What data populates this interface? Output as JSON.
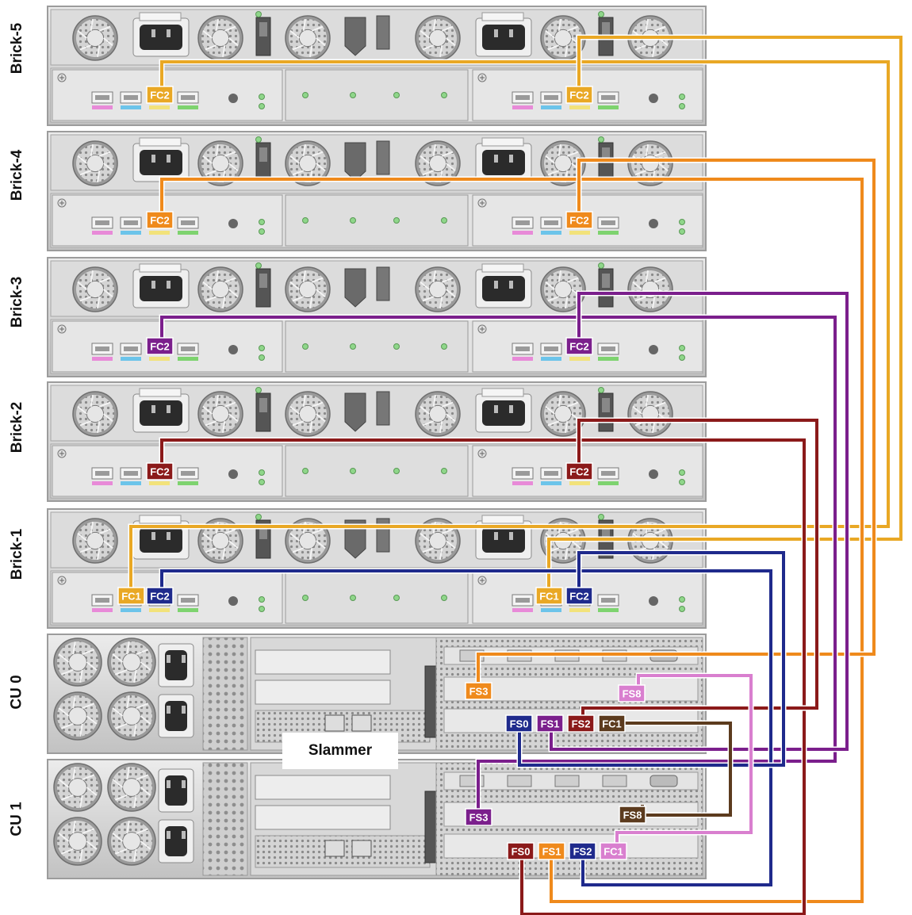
{
  "bricks": [
    {
      "label": "Brick-5",
      "ports": [
        {
          "text": "FC2",
          "color": "#e9a825"
        },
        {
          "text": "FC2",
          "color": "#e9a825"
        }
      ]
    },
    {
      "label": "Brick-4",
      "ports": [
        {
          "text": "FC2",
          "color": "#ef8a1c"
        },
        {
          "text": "FC2",
          "color": "#ef8a1c"
        }
      ]
    },
    {
      "label": "Brick-3",
      "ports": [
        {
          "text": "FC2",
          "color": "#7b1f8c"
        },
        {
          "text": "FC2",
          "color": "#7b1f8c"
        }
      ]
    },
    {
      "label": "Brick-2",
      "ports": [
        {
          "text": "FC2",
          "color": "#8b1a1a"
        },
        {
          "text": "FC2",
          "color": "#8b1a1a"
        }
      ]
    },
    {
      "label": "Brick-1",
      "ports": [
        {
          "text": "FC1",
          "color": "#e9a825"
        },
        {
          "text": "FC2",
          "color": "#1f2a8c"
        },
        {
          "text": "FC1",
          "color": "#e9a825"
        },
        {
          "text": "FC2",
          "color": "#1f2a8c"
        }
      ]
    }
  ],
  "controllers": [
    {
      "label": "CU 0",
      "ports": [
        {
          "text": "FS3",
          "color": "#ef8a1c"
        },
        {
          "text": "FS8",
          "color": "#d97fcf"
        },
        {
          "text": "FS0",
          "color": "#1f2a8c"
        },
        {
          "text": "FS1",
          "color": "#7b1f8c"
        },
        {
          "text": "FS2",
          "color": "#8b1a1a"
        },
        {
          "text": "FC1",
          "color": "#5c3b1e"
        }
      ]
    },
    {
      "label": "CU 1",
      "ports": [
        {
          "text": "FS3",
          "color": "#7b1f8c"
        },
        {
          "text": "FS8",
          "color": "#5c3b1e"
        },
        {
          "text": "FS0",
          "color": "#8b1a1a"
        },
        {
          "text": "FS1",
          "color": "#ef8a1c"
        },
        {
          "text": "FS2",
          "color": "#1f2a8c"
        },
        {
          "text": "FC1",
          "color": "#d97fcf"
        }
      ]
    }
  ],
  "slammer_label": "Slammer",
  "colors": {
    "chassis": "#d9d9d9",
    "chassis_dark": "#a8a8a8",
    "gold": "#e9a825",
    "orange": "#ef8a1c",
    "purple": "#7b1f8c",
    "maroon": "#8b1a1a",
    "navy": "#1f2a8c",
    "pink": "#d97fcf",
    "brown": "#5c3b1e"
  }
}
